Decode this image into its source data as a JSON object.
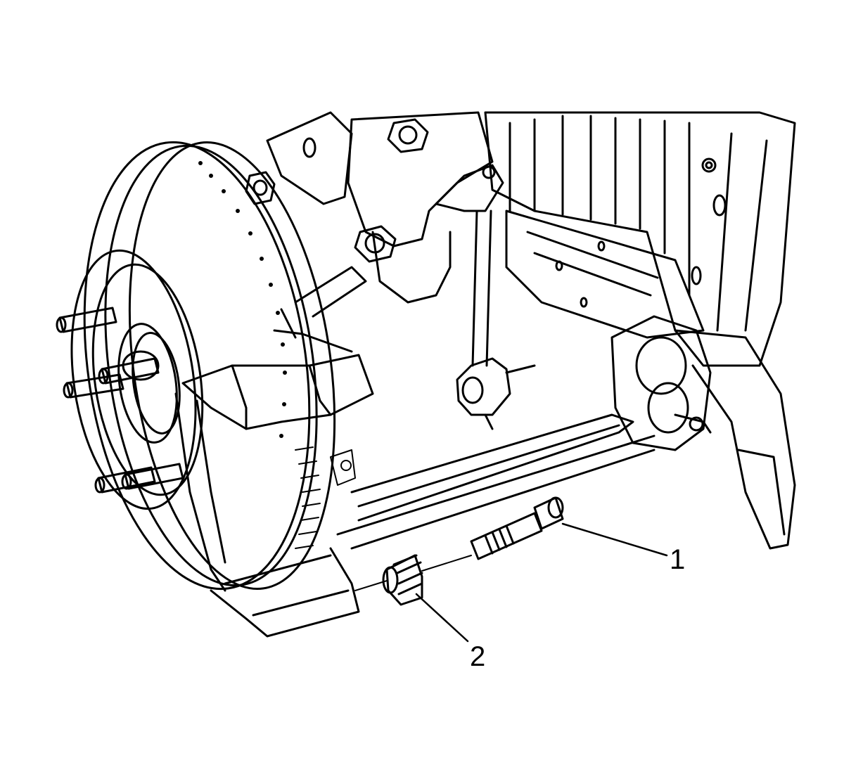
{
  "colors": {
    "line": "#000000",
    "background": "#ffffff"
  },
  "callouts": [
    {
      "label": "1",
      "part": "bolt"
    },
    {
      "label": "2",
      "part": "bushing"
    }
  ]
}
